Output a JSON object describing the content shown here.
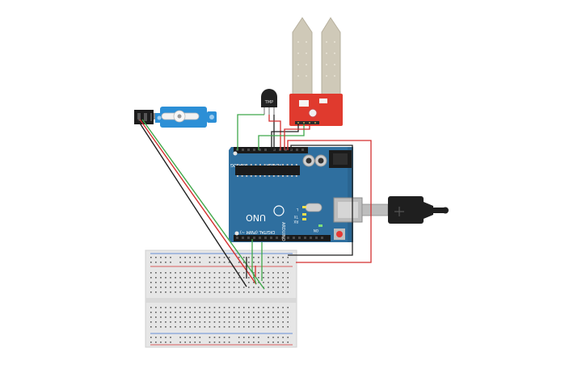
{
  "arduino": {
    "model_label": "UNO",
    "brand_label": "ARDUINO",
    "analog_label": "ANALOG IN",
    "power_label": "POWER",
    "digital_label": "DIGITAL (PWM ~)",
    "on_label": "ON",
    "tx_label": "TX",
    "rx_label": "RX",
    "l_label": "L"
  },
  "temp_sensor": {
    "label": "TMP"
  },
  "colors": {
    "board_blue": "#2f6f9f",
    "wire_red": "#d32f2f",
    "wire_green": "#3fa84a",
    "wire_black": "#222222",
    "servo_blue": "#2c8fd6",
    "moisture_red": "#e03a2e",
    "breadboard": "#e6e6e6"
  }
}
